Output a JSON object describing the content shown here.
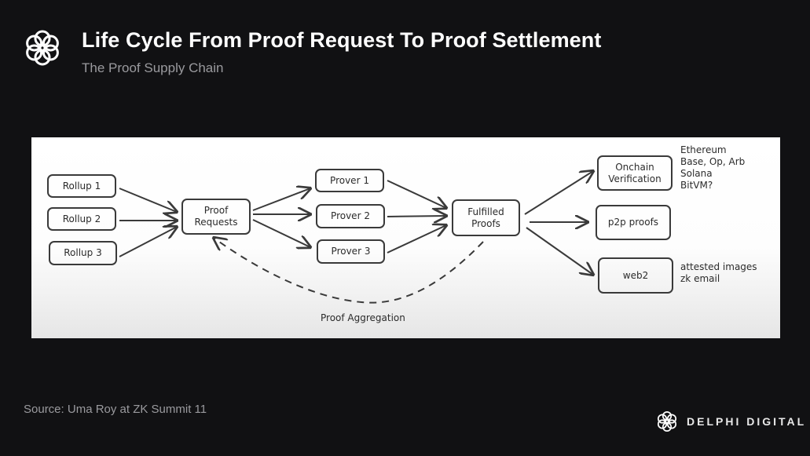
{
  "header": {
    "title": "Life Cycle From Proof Request To Proof Settlement",
    "subtitle": "The Proof Supply Chain"
  },
  "diagram": {
    "sources": [
      "Rollup 1",
      "Rollup 2",
      "Rollup 3"
    ],
    "requests": [
      "Proof",
      "Requests"
    ],
    "provers": [
      "Prover 1",
      "Prover 2",
      "Prover 3"
    ],
    "fulfilled": [
      "Fulfilled",
      "Proofs"
    ],
    "outputs": {
      "onchain": [
        "Onchain",
        "Verification"
      ],
      "p2p": "p2p proofs",
      "web2": "web2"
    },
    "onchain_targets": [
      "Ethereum",
      "Base, Op, Arb",
      "Solana",
      "BitVM?"
    ],
    "web2_examples": [
      "attested images",
      "zk email"
    ],
    "aggregation_label": "Proof Aggregation"
  },
  "footer": {
    "source": "Source: Uma Roy at ZK Summit 11",
    "brand": "DELPHI DIGITAL"
  }
}
